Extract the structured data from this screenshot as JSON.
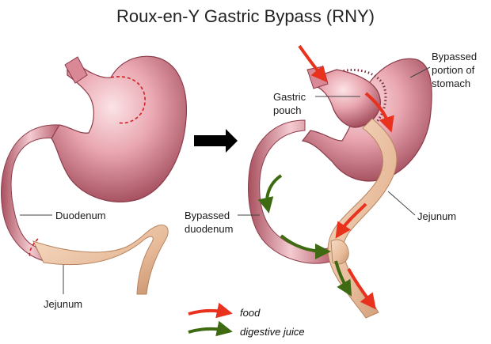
{
  "title": "Roux-en-Y Gastric Bypass (RNY)",
  "labels": {
    "duodenum": "Duodenum",
    "jejunum_left": "Jejunum",
    "gastric_pouch_line1": "Gastric",
    "gastric_pouch_line2": "pouch",
    "bypassed_stomach_line1": "Bypassed",
    "bypassed_stomach_line2": "portion of",
    "bypassed_stomach_line3": "stomach",
    "bypassed_duodenum_line1": "Bypassed",
    "bypassed_duodenum_line2": "duodenum",
    "jejunum_right": "Jejunum"
  },
  "legend": {
    "food": "food",
    "digestive_juice": "digestive juice"
  },
  "colors": {
    "stomach": "#c66f7d",
    "stomach_light": "#f2c4cb",
    "stomach_dark": "#8c3c4a",
    "jejunum": "#e9c0a1",
    "jejunum_dark": "#c08f6c",
    "food_arrow": "#e8321e",
    "juice_arrow": "#3e6b12",
    "cut_line": "#d01f1f"
  }
}
